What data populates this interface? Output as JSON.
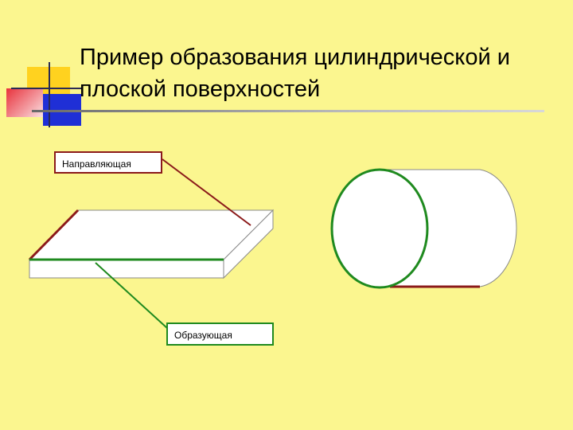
{
  "slide": {
    "title_line1": "Пример образования цилиндрической и",
    "title_line2": "плоской поверхностей"
  },
  "labels": {
    "guide": "Направляющая",
    "generatrix": "Образующая"
  },
  "colors": {
    "background": "#FBF68F",
    "guide_line": "#8B1A1A",
    "generatrix_line": "#1F8A1F",
    "deco_yellow": "#FFD21F",
    "deco_red": "#E8323C",
    "deco_blue": "#1F2FD6"
  }
}
